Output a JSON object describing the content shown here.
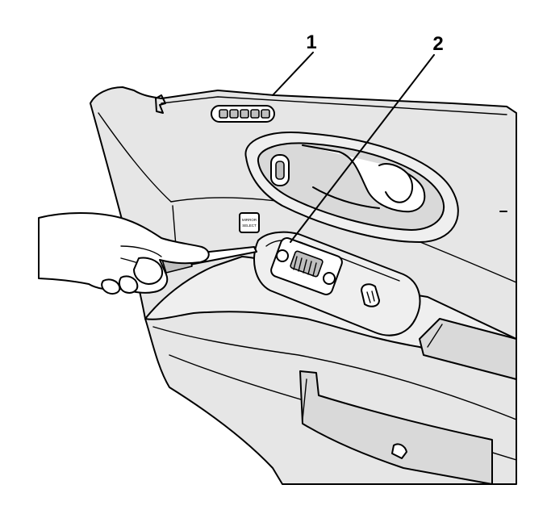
{
  "callouts": [
    {
      "id": "1",
      "label": "1"
    },
    {
      "id": "2",
      "label": "2"
    }
  ],
  "switch_label": {
    "line1": "MIRROR",
    "line2": "SELECT"
  },
  "colors": {
    "ink": "#000000",
    "panel_fill": "#e6e6e6",
    "background": "#ffffff"
  }
}
